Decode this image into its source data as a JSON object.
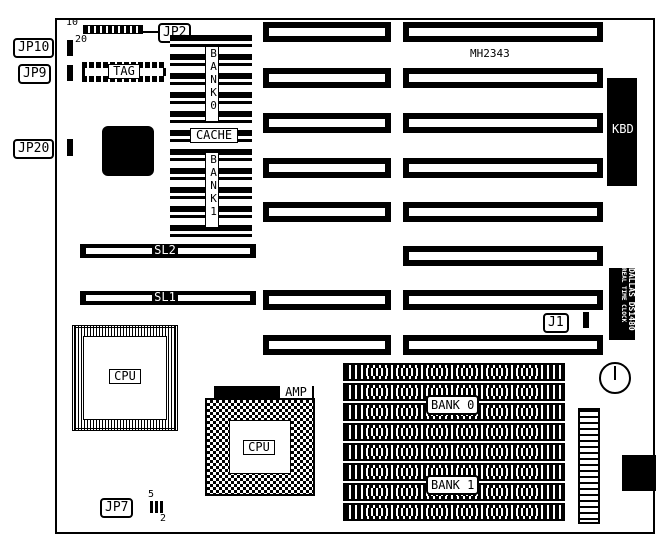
{
  "board": {
    "model": "MH2343"
  },
  "jumpers": {
    "jp2": "JP2",
    "jp10": "JP10",
    "jp9": "JP9",
    "jp20": "JP20",
    "jp1": "J1",
    "jp7": "JP7",
    "jp2_pin_a": "10",
    "jp2_pin_b": "20",
    "jp7_pin_a": "5",
    "jp7_pin_b": "2"
  },
  "cache": {
    "tag": "TAG",
    "bank0": "BANK0",
    "bank1": "BANK1",
    "cache": "CACHE"
  },
  "slots": {
    "sl1": "SL1",
    "sl2": "SL2"
  },
  "keyboard": "KBD",
  "cpu": {
    "pqfp": "CPU",
    "socket": "CPU",
    "amp": "AMP"
  },
  "memory": {
    "bank0": "BANK 0",
    "bank1": "BANK 1"
  },
  "rtc": {
    "brand": "DALLAS",
    "part": "DS1480",
    "desc": "REAL TIME CLOCK"
  }
}
